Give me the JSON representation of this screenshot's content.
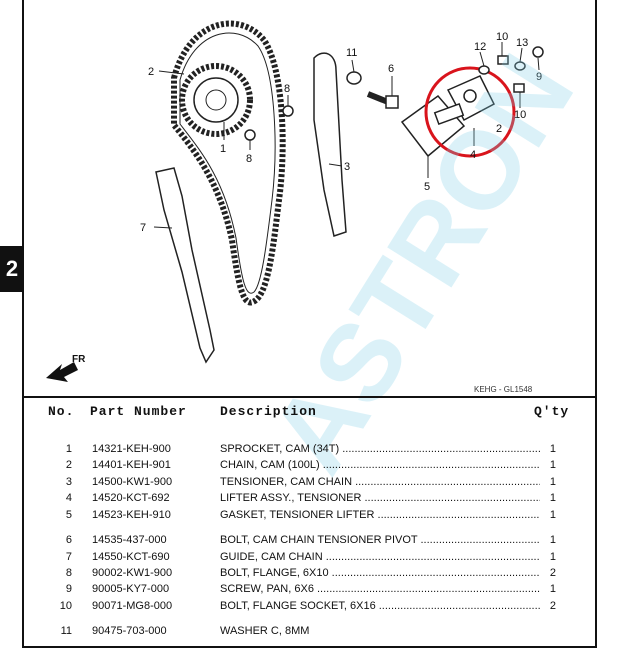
{
  "side_tab": "2",
  "diagram": {
    "fr_label": "FR",
    "code": "KEHG - GL1548",
    "callouts": [
      "1",
      "2",
      "3",
      "4",
      "5",
      "6",
      "7",
      "8",
      "8",
      "9",
      "10",
      "10",
      "11",
      "12",
      "13"
    ]
  },
  "watermark": "ASTRON",
  "table": {
    "headers": {
      "no": "No.",
      "part": "Part Number",
      "desc": "Description",
      "qty": "Q'ty"
    },
    "rows": [
      {
        "no": "1",
        "part": "14321-KEH-900",
        "desc": "SPROCKET, CAM (34T)",
        "qty": "1"
      },
      {
        "no": "2",
        "part": "14401-KEH-901",
        "desc": "CHAIN, CAM (100L)",
        "qty": "1"
      },
      {
        "no": "3",
        "part": "14500-KW1-900",
        "desc": "TENSIONER, CAM CHAIN",
        "qty": "1"
      },
      {
        "no": "4",
        "part": "14520-KCT-692",
        "desc": "LIFTER ASSY., TENSIONER",
        "qty": "1"
      },
      {
        "no": "5",
        "part": "14523-KEH-910",
        "desc": "GASKET, TENSIONER LIFTER",
        "qty": "1"
      },
      {
        "no": "6",
        "part": "14535-437-000",
        "desc": "BOLT, CAM CHAIN TENSIONER  PIVOT",
        "qty": "1"
      },
      {
        "no": "7",
        "part": "14550-KCT-690",
        "desc": "GUIDE, CAM CHAIN",
        "qty": "1"
      },
      {
        "no": "8",
        "part": "90002-KW1-900",
        "desc": "BOLT, FLANGE, 6X10",
        "qty": "2"
      },
      {
        "no": "9",
        "part": "90005-KY7-000",
        "desc": "SCREW, PAN, 6X6",
        "qty": "1"
      },
      {
        "no": "10",
        "part": "90071-MG8-000",
        "desc": "BOLT, FLANGE SOCKET, 6X16",
        "qty": "2"
      },
      {
        "no": "11",
        "part": "90475-703-000",
        "desc": "WASHER C, 8MM",
        "qty": ""
      }
    ]
  }
}
